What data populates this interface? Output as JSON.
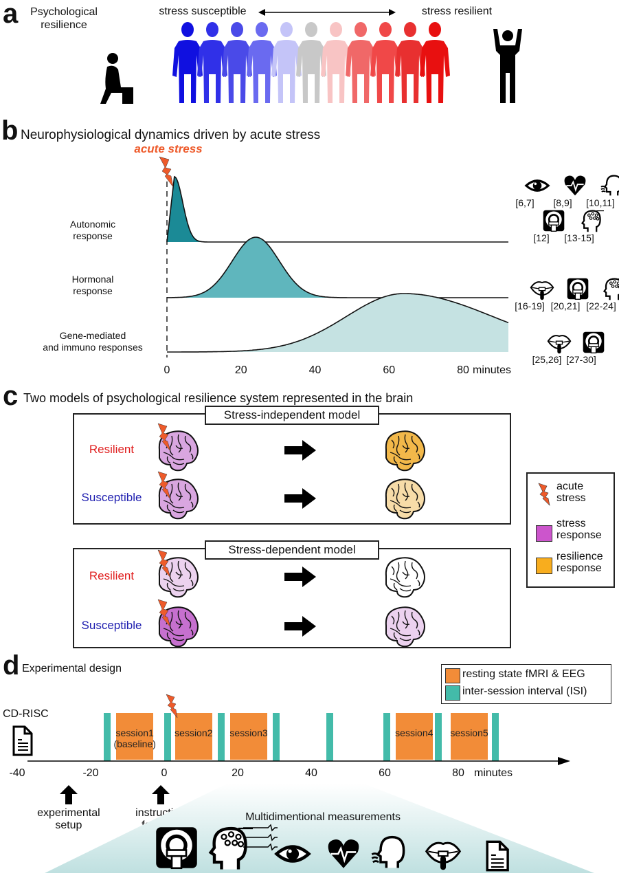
{
  "panel_a": {
    "letter": "a",
    "title_line1": "Psychological",
    "title_line2": "resilience",
    "left_label": "stress susceptible",
    "right_label": "stress resilient",
    "people_colors": [
      "#1010e0",
      "#3030e8",
      "#4a4ae8",
      "#6a6af0",
      "#c4c4f8",
      "#c8c8c8",
      "#f8c4c4",
      "#f06868",
      "#f04848",
      "#e83030",
      "#e81010"
    ]
  },
  "panel_b": {
    "letter": "b",
    "title": "Neurophysiological dynamics driven by acute stress",
    "stress_label": "acute stress",
    "rows": [
      {
        "label_line1": "Autonomic",
        "label_line2": "response",
        "color": "#1b8a96",
        "measures": [
          {
            "icon": "eye-icon",
            "ref": "[6,7]"
          },
          {
            "icon": "heart-icon",
            "ref": "[8,9]"
          },
          {
            "icon": "breath-icon",
            "ref": "[10,11]"
          },
          {
            "icon": "mri-scanner-icon",
            "ref": "[12]"
          },
          {
            "icon": "eeg-head-icon",
            "ref": "[13-15]"
          }
        ]
      },
      {
        "label_line1": "Hormonal",
        "label_line2": "response",
        "color": "#5fb6bd",
        "measures": [
          {
            "icon": "saliva-icon",
            "ref": "[16-19]"
          },
          {
            "icon": "mri-scanner-icon",
            "ref": "[20,21]"
          },
          {
            "icon": "eeg-head-icon",
            "ref": "[22-24]"
          }
        ]
      },
      {
        "label_line1": "Gene-mediated",
        "label_line2": "and immuno responses",
        "color": "#c5e2e2",
        "measures": [
          {
            "icon": "saliva-icon",
            "ref": "[25,26]"
          },
          {
            "icon": "mri-scanner-icon",
            "ref": "[27-30]"
          }
        ]
      }
    ],
    "axis_ticks": [
      "0",
      "20",
      "40",
      "60",
      "80"
    ],
    "axis_unit": "minutes"
  },
  "panel_c": {
    "letter": "c",
    "title": "Two models of psychological resilience system represented in the brain",
    "models": [
      {
        "name": "Stress-independent model",
        "rows": [
          {
            "label": "Resilient",
            "label_color": "#e02020",
            "before": "#d9a6e0",
            "after": "#f2b84a"
          },
          {
            "label": "Susceptible",
            "label_color": "#2020b0",
            "before": "#d9a6e0",
            "after": "#f7dca8"
          }
        ]
      },
      {
        "name": "Stress-dependent model",
        "rows": [
          {
            "label": "Resilient",
            "label_color": "#e02020",
            "before": "#ecd2ef",
            "after": "#ffffff"
          },
          {
            "label": "Susceptible",
            "label_color": "#2020b0",
            "before": "#c670cf",
            "after": "#ecd2ef"
          }
        ]
      }
    ],
    "legend": [
      {
        "label_line1": "acute",
        "label_line2": "stress",
        "swatch": "bolt"
      },
      {
        "label_line1": "stress",
        "label_line2": "response",
        "swatch": "#cc55cc"
      },
      {
        "label_line1": "resilience",
        "label_line2": "response",
        "swatch": "#f8ad1e"
      }
    ]
  },
  "panel_d": {
    "letter": "d",
    "title": "Experimental design",
    "legend": [
      {
        "label": "resting state fMRI & EEG",
        "color": "#f28c38"
      },
      {
        "label": "inter-session interval (ISI)",
        "color": "#43bba9"
      }
    ],
    "questionnaire_label": "CD-RISC",
    "sessions": [
      {
        "line1": "session1",
        "line2": "(baseline)",
        "start": -13,
        "end": -3
      },
      {
        "line1": "session2",
        "line2": "",
        "start": 3,
        "end": 13
      },
      {
        "line1": "session3",
        "line2": "",
        "start": 18,
        "end": 28
      },
      {
        "line1": "session4",
        "line2": "",
        "start": 63,
        "end": 73
      },
      {
        "line1": "session5",
        "line2": "",
        "start": 78,
        "end": 88
      }
    ],
    "isi_minutes": [
      -15.5,
      1,
      15.5,
      30.5,
      45,
      60.5,
      74.5,
      90
    ],
    "axis_ticks": [
      "-40",
      "-20",
      "0",
      "20",
      "40",
      "60",
      "80"
    ],
    "axis_unit": "minutes",
    "events": [
      {
        "line1": "experimental",
        "line2": "setup",
        "minute": -26
      },
      {
        "line1": "instruction",
        "line2": "for CPT",
        "minute": -1
      }
    ],
    "measurements_title": "Multidimentional measurements",
    "measurement_icons": [
      "mri-scanner-icon",
      "eeg-head-icon",
      "eye-icon",
      "heart-icon",
      "breath-icon",
      "saliva-icon",
      "document-icon"
    ]
  }
}
